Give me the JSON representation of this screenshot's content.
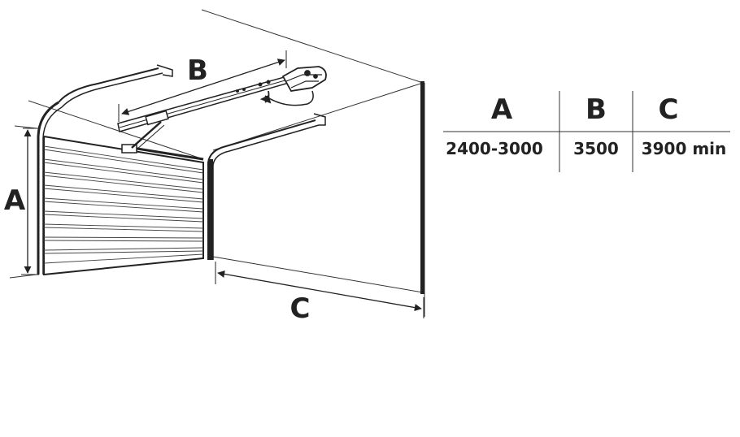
{
  "diagram": {
    "labels": {
      "height": "A",
      "rail_length": "B",
      "depth": "C"
    }
  },
  "table": {
    "headers": [
      "A",
      "B",
      "C"
    ],
    "values": [
      "2400-3000",
      "3500",
      "3900 min"
    ]
  }
}
